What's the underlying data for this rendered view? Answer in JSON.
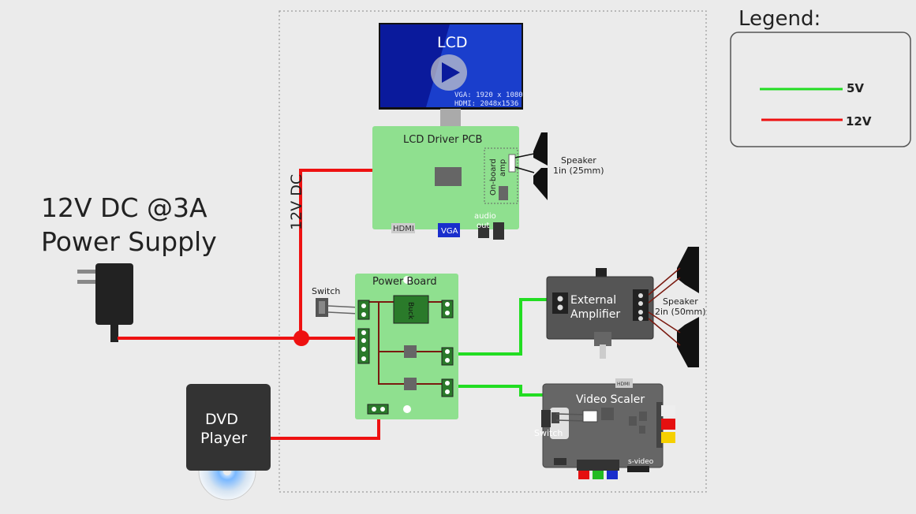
{
  "legend": {
    "title": "Legend:",
    "items": [
      {
        "label": "5V",
        "color": "#22dd22"
      },
      {
        "label": "12V",
        "color": "#ee1111"
      }
    ]
  },
  "power_supply": {
    "line1": "12V DC @3A",
    "line2": "Power Supply"
  },
  "rail_label": "12V DC",
  "lcd": {
    "title": "LCD",
    "spec_vga": "VGA: 1920 x 1080",
    "spec_hdmi": "HDMI: 2048x1536"
  },
  "lcd_driver": {
    "title": "LCD Driver PCB",
    "amp_label_1": "On-board",
    "amp_label_2": "amp",
    "port_hdmi": "HDMI",
    "port_vga": "VGA",
    "audio_1": "audio",
    "audio_2": "out"
  },
  "speaker_small": {
    "line1": "Speaker",
    "line2": "1in (25mm)"
  },
  "speaker_large": {
    "line1": "Speaker",
    "line2": "2in (50mm)"
  },
  "switch_power": "Switch",
  "switch_scaler": "Switch",
  "power_board": {
    "title": "Power Board",
    "buck": "Buck"
  },
  "amplifier": {
    "line1": "External",
    "line2": "Amplifier"
  },
  "scaler": {
    "title": "Video Scaler",
    "hdmi": "HDMI",
    "svideo": "s-video"
  },
  "dvd": {
    "line1": "DVD",
    "line2": "Player"
  },
  "colors": {
    "wire_5v": "#22dd22",
    "wire_12v": "#ee1111",
    "pcb": "#8fe08f",
    "trace": "#7a1a10"
  }
}
